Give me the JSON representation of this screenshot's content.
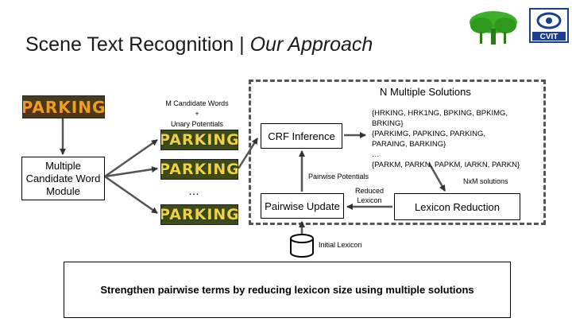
{
  "title": {
    "main": "Scene Text Recognition | ",
    "italic": "Our Approach"
  },
  "logos": {
    "left": "tree-logo",
    "right": "cvit-logo",
    "right_text": "CVIT"
  },
  "input_word": "PARKING",
  "module": {
    "label": "Multiple Candidate Word Module"
  },
  "candidates": {
    "caption_lines": [
      "M Candidate Words",
      "+",
      "Unary Potentials"
    ],
    "items": [
      "PARKING",
      "PARKING",
      "PARKING"
    ],
    "ellipsis": "…"
  },
  "region": {
    "label": "N Multiple Solutions"
  },
  "crf": {
    "label": "CRF Inference"
  },
  "pairwise_update": {
    "label": "Pairwise Update"
  },
  "lexicon_reduction": {
    "label": "Lexicon Reduction"
  },
  "solutions_lines": [
    "{HRKING, HRK1NG, BPKING, BPKIMG,",
    "BRKING}",
    "{PARKIMG, PAPKING, PARKING,",
    "PARAING, BARKING}",
    "…",
    "{PARKM, PARKN, PAPKM, IARKN, PARKN}"
  ],
  "edge_labels": {
    "pairwise": "Pairwise Potentials",
    "nxm": "NxM solutions",
    "reduced_lines": [
      "Reduced",
      "Lexicon"
    ],
    "initial": "Initial Lexicon"
  },
  "summary": "Strengthen pairwise terms by reducing lexicon size using multiple solutions",
  "colors": {
    "word_orange": "#e8a020",
    "word_yellow": "#f2d040",
    "tree_green": "#3cb027",
    "cvit_blue": "#1a3f8f",
    "dashed": "#555555"
  }
}
